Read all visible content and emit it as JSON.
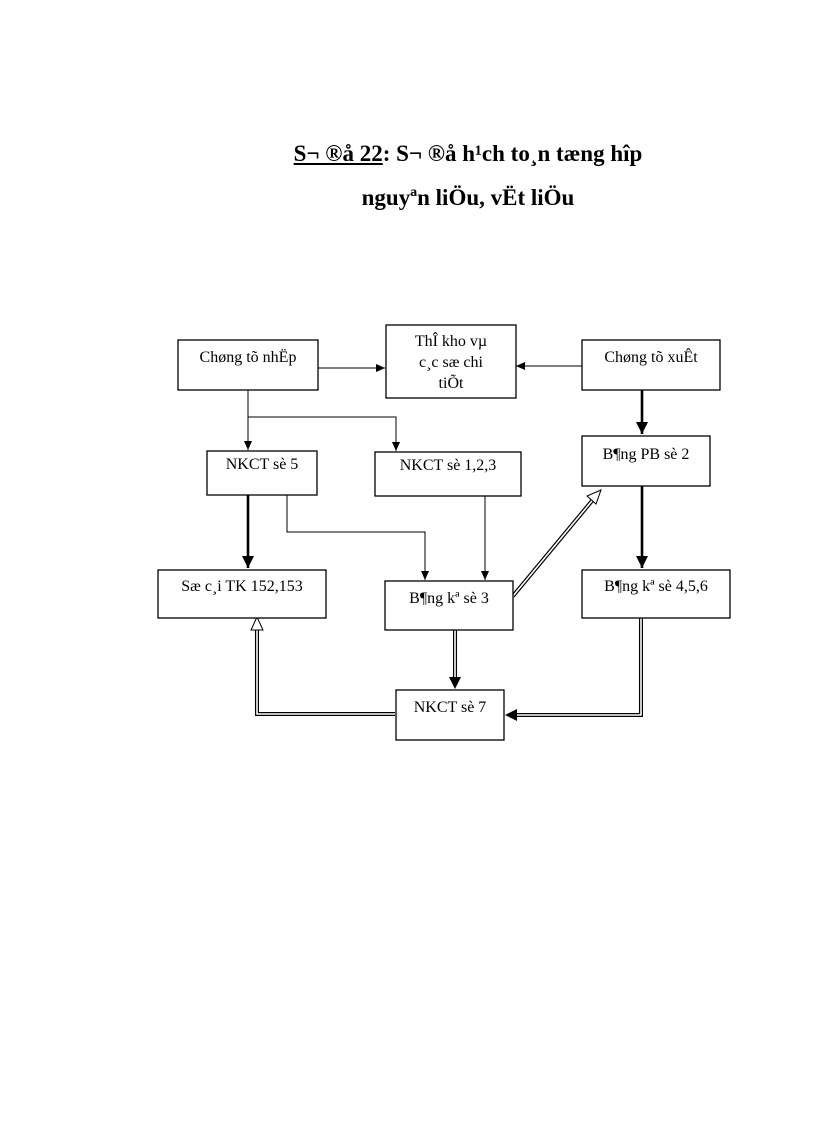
{
  "title": {
    "prefix": "S¬ ®å 22",
    "rest": ": S¬ ®å h¹ch to¸n tæng hîp",
    "line2": "nguyªn liÖu, vËt liÖu"
  },
  "nodes": {
    "chung_tu_nhap": "Chøng tõ nhËp",
    "the_kho_1": "ThÎ kho vµ",
    "the_kho_2": "c¸c sæ chi",
    "the_kho_3": "tiÕt",
    "chung_tu_xuat": "Chøng tõ xuÊt",
    "nkct_5": "NKCT sè 5",
    "nkct_123": "NKCT sè 1,2,3",
    "bang_pb_2": "B¶ng PB sè 2",
    "so_cai": "Sæ c¸i TK 152,153",
    "bang_ke_3": "B¶ng kª sè 3",
    "bang_ke_456": "B¶ng kª sè 4,5,6",
    "nkct_7": "NKCT sè 7"
  }
}
